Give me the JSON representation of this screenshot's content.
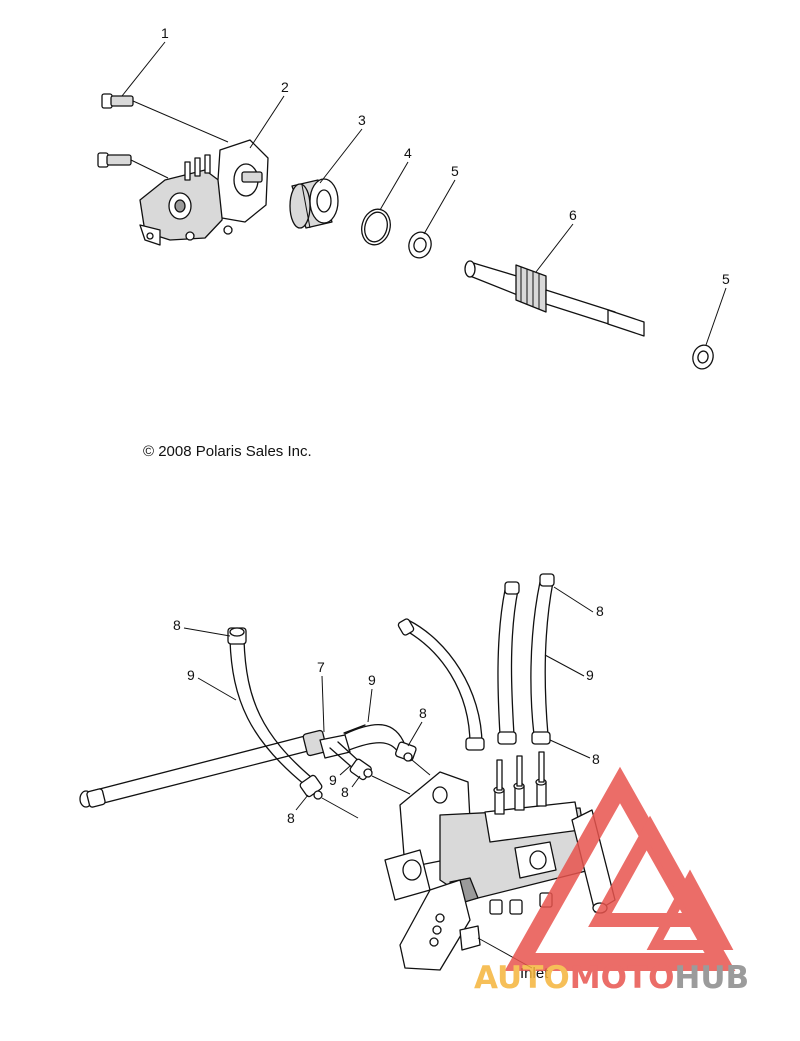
{
  "copyright": "© 2008 Polaris Sales Inc.",
  "inlet_label": "Inlet",
  "callouts": {
    "c1": "1",
    "c2": "2",
    "c3": "3",
    "c4": "4",
    "c5a": "5",
    "c6": "6",
    "c5b": "5",
    "c8a": "8",
    "c9a": "9",
    "c7": "7",
    "c9b": "9",
    "c8b": "8",
    "c9c": "9",
    "c8c": "8",
    "c8d": "8",
    "c8e": "8",
    "c9d": "9",
    "c8f": "8"
  },
  "watermark": {
    "part1": "AUTO",
    "part2": "MOTO",
    "part3": "HUB",
    "colors": {
      "auto": "#f5b43c",
      "moto": "#e8544e",
      "hub": "#8a8a8a",
      "triangle": "#e8544e"
    }
  }
}
